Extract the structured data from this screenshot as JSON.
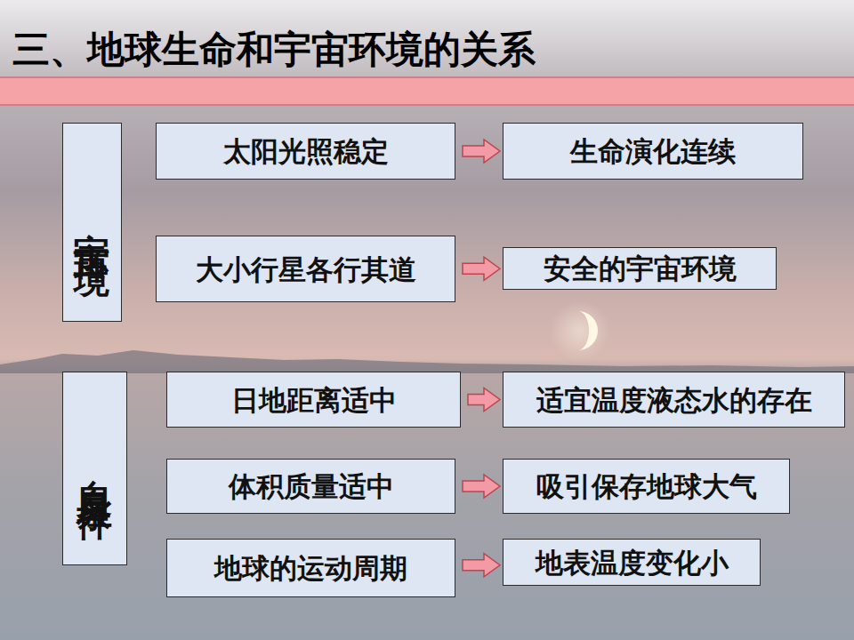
{
  "diagram": {
    "title": "三、地球生命和宇宙环境的关系",
    "nodes": [
      {
        "text": [
          "宇宙环境"
        ]
      },
      {
        "text": [
          "太阳光照稳定"
        ]
      },
      {
        "text": [
          "生命演化连续"
        ]
      },
      {
        "text": [
          "大小行星各行其道"
        ]
      },
      {
        "text": [
          "安全的宇宙环境"
        ]
      },
      {
        "text": [
          "自身条件"
        ]
      },
      {
        "text": [
          "日地距离适中"
        ]
      },
      {
        "text": [
          "适宜温度液态水的存在"
        ]
      },
      {
        "text": [
          "体积质量适中"
        ]
      },
      {
        "text": [
          "吸引保存地球大气"
        ]
      },
      {
        "text": [
          "地球的运动周期"
        ]
      },
      {
        "text": [
          "地表温度变化小"
        ]
      }
    ],
    "edges": [
      {
        "from": 1,
        "to": 2,
        "arrow": "to"
      },
      {
        "from": 3,
        "to": 4,
        "arrow": "to"
      },
      {
        "from": 6,
        "to": 7,
        "arrow": "to"
      },
      {
        "from": 8,
        "to": 9,
        "arrow": "to"
      },
      {
        "from": 10,
        "to": 11,
        "arrow": "to"
      }
    ]
  }
}
